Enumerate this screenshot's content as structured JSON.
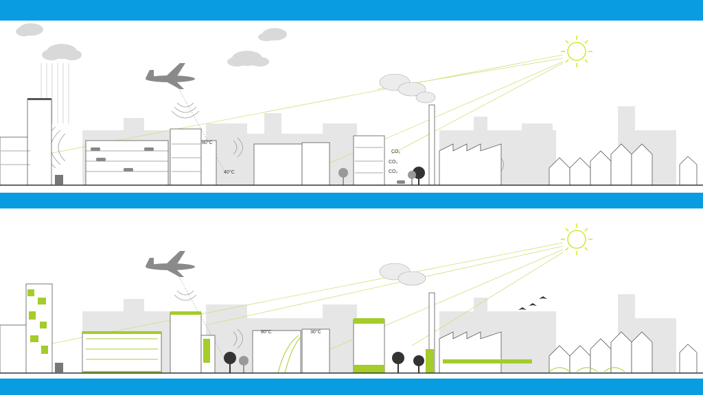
{
  "colors": {
    "frame_blue": "#0a9ce0",
    "accent_green": "#a4cc2a",
    "sun_yellow": "#d5e835",
    "skyline_gray": "#e3e3e3",
    "cloud_gray": "#d9d9d9",
    "building_outline": "#555555",
    "ground": "#333333"
  },
  "panels": {
    "current": {
      "labels": {
        "temp_high": "80°C",
        "temp_low": "40°C",
        "co2_a": "CO₂",
        "co2_b": "CO₂",
        "co2_c": "CO₂"
      }
    },
    "future": {
      "labels": {
        "temp_high": "80°C",
        "temp_low": "30°C"
      }
    }
  },
  "icons": [
    "sun-icon",
    "airplane-icon",
    "cloud-icon",
    "tree-icon",
    "bird-icon",
    "car-icon",
    "person-icon"
  ]
}
